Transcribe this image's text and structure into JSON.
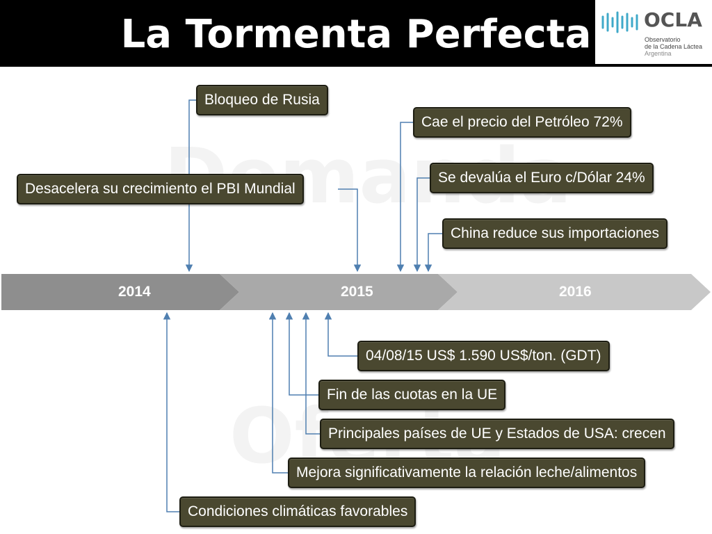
{
  "header": {
    "title": "La Tormenta Perfecta"
  },
  "logo": {
    "name": "OCLA",
    "line1": "Observatorio",
    "line2": "de la Cadena Láctea",
    "line3": "Argentina"
  },
  "watermarks": {
    "demand": "Demanda",
    "offer": "Oferta"
  },
  "timeline": {
    "years": [
      "2014",
      "2015",
      "2016"
    ]
  },
  "events_top": [
    "Bloqueo de Rusia",
    "Desacelera su crecimiento el PBI Mundial",
    "Cae el precio del Petróleo 72%",
    "Se devalúa el Euro c/Dólar 24%",
    "China reduce sus importaciones"
  ],
  "events_bottom": [
    "04/08/15 US$ 1.590 US$/ton. (GDT)",
    "Fin de las cuotas en la UE",
    "Principales países de UE y Estados de USA: crecen",
    "Mejora significativamente la relación leche/alimentos",
    "Condiciones climáticas favorables"
  ],
  "colors": {
    "title_bar": "#000000",
    "box_fill": "#4a4830",
    "box_border": "#1d1d12",
    "arrow": "#4f7fb0",
    "arrow_2014": "#8e8e8e",
    "arrow_2015": "#a9a9a9",
    "arrow_2016": "#c8c8c8",
    "logo_accent": "#3fa9c9"
  }
}
